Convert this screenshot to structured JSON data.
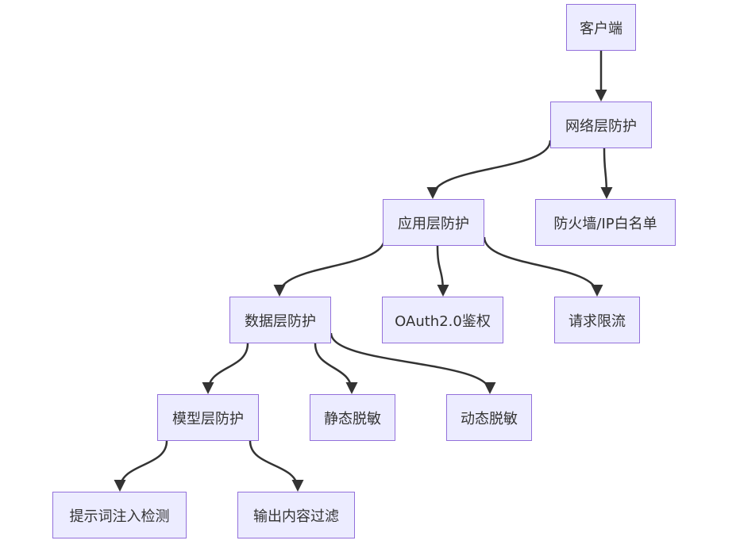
{
  "nodes": {
    "client": "客户端",
    "network": "网络层防护",
    "app": "应用层防护",
    "firewall": "防火墙/IP白名单",
    "data": "数据层防护",
    "oauth": "OAuth2.0鉴权",
    "ratelimit": "请求限流",
    "model": "模型层防护",
    "static_mask": "静态脱敏",
    "dynamic_mask": "动态脱敏",
    "prompt_detect": "提示词注入检测",
    "output_filter": "输出内容过滤"
  },
  "edges": [
    [
      "client",
      "network"
    ],
    [
      "network",
      "app"
    ],
    [
      "network",
      "firewall"
    ],
    [
      "app",
      "data"
    ],
    [
      "app",
      "oauth"
    ],
    [
      "app",
      "ratelimit"
    ],
    [
      "data",
      "model"
    ],
    [
      "data",
      "static_mask"
    ],
    [
      "data",
      "dynamic_mask"
    ],
    [
      "model",
      "prompt_detect"
    ],
    [
      "model",
      "output_filter"
    ]
  ],
  "colors": {
    "node_fill": "#ececff",
    "node_stroke": "#9370db",
    "edge": "#333333"
  }
}
